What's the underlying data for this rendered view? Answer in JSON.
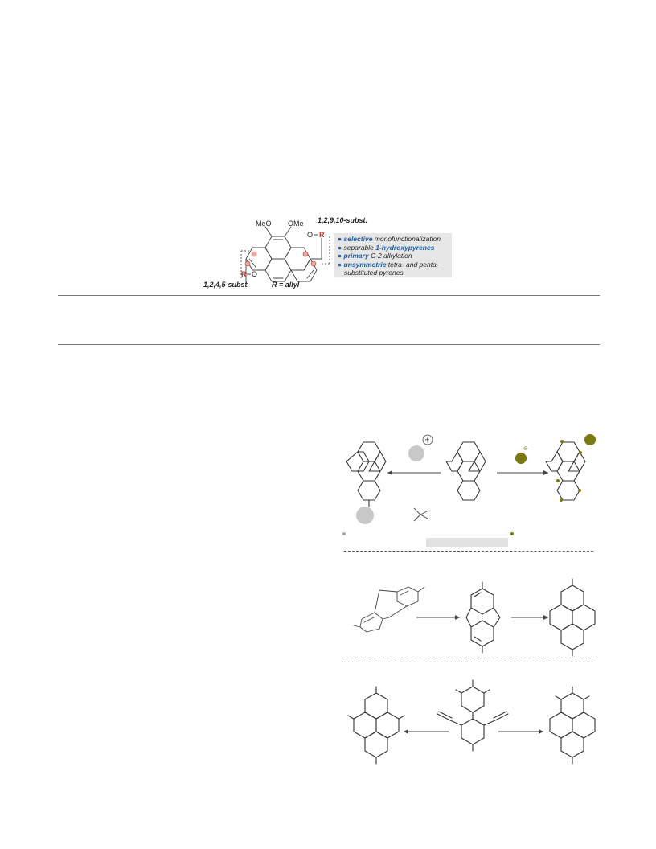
{
  "toc_graphic": {
    "label_top": "1,2,9,10-subst.",
    "label_bottom_left": "1,2,4,5-subst.",
    "label_r": "R = allyl",
    "methoxy_left": "MeO",
    "methoxy_right": "OMe",
    "o_right": "O",
    "r_right": "R",
    "o_left": "O",
    "r_left": "R",
    "bullets": [
      {
        "emph": "selective",
        "rest": " monofunctionalization"
      },
      {
        "pre": "separable ",
        "emph": "1-hydroxypyrenes",
        "rest": ""
      },
      {
        "emph": "primary",
        "rest": " C-2 alkylation"
      },
      {
        "emph": "unsymmetric",
        "rest": " tetra- and penta-"
      },
      {
        "rest": "substituted pyrenes"
      }
    ],
    "colors": {
      "bullet_blue": "#1f5fa8",
      "panel_bg": "#e6e6e6",
      "red": "#c0392b"
    }
  },
  "scheme": {
    "plus_symbol": "+",
    "minus_symbol": "⊖",
    "colors": {
      "olive": "#7a7a10",
      "grey_ball": "#c8c8c8",
      "label_bar": "#e2e2e2"
    }
  }
}
